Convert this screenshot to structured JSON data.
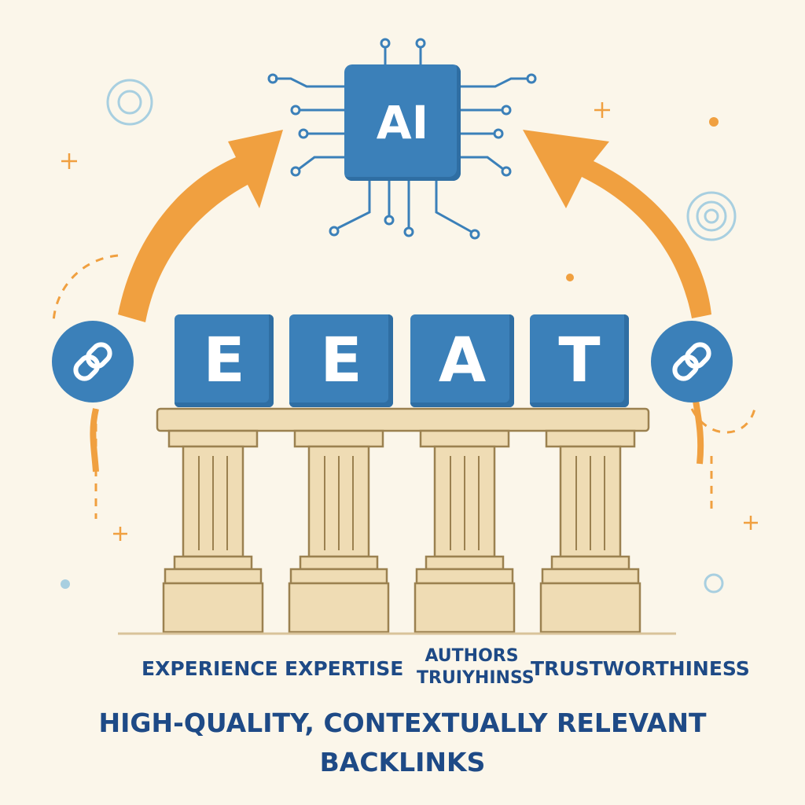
{
  "chip": {
    "label": "AI"
  },
  "blocks": [
    "E",
    "E",
    "A",
    "T"
  ],
  "pillar_labels": {
    "experience": "EXPERIENCE",
    "expertise": "EXPERTISE",
    "authors_line1": "AUTHORS",
    "authors_line2": "TRUIYHINSS",
    "trust": "TRUSTWORTHINESS"
  },
  "title": {
    "line1": "HIGH-QUALITY, CONTEXTUALLY RELEVANT",
    "line2": "BACKLINKS"
  },
  "colors": {
    "blue": "#3b80b9",
    "orange": "#f0a040",
    "navy": "#1e4a86",
    "stone": "#efdcb4",
    "background": "#fbf6ea"
  }
}
